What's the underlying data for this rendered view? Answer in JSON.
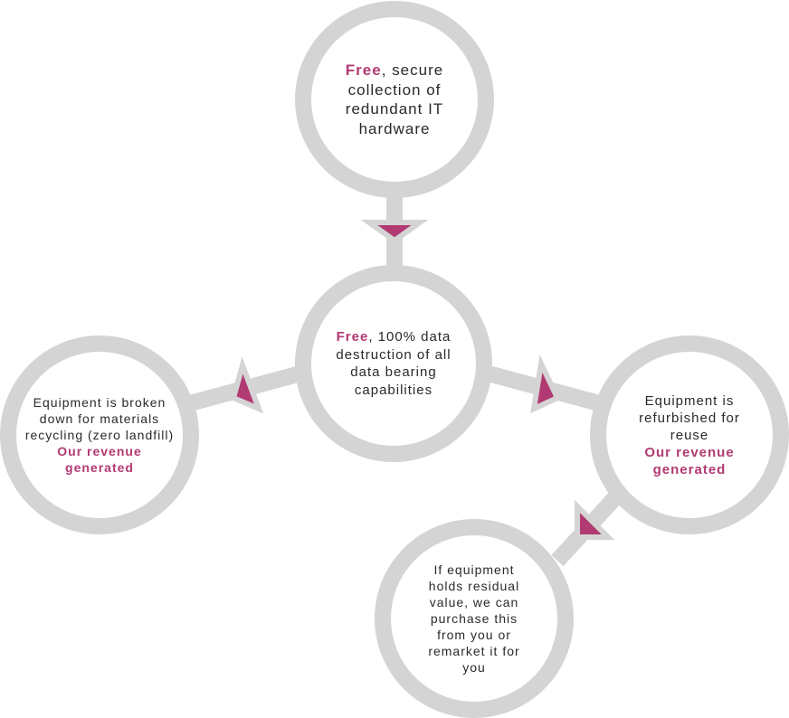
{
  "colors": {
    "ring": "#d4d4d4",
    "accent": "#b23a72",
    "text": "#2a2a2a"
  },
  "nodes": {
    "collection": {
      "highlight": "Free",
      "text": ", secure collection of redundant IT hardware"
    },
    "destruction": {
      "highlight": "Free",
      "text": ", 100% data destruction of all data bearing capabilities"
    },
    "recycling": {
      "text": "Equipment is broken down for materials recycling (zero landfill)",
      "highlight": "Our revenue generated"
    },
    "refurbish": {
      "text": "Equipment is refurbished for reuse",
      "highlight": "Our revenue generated"
    },
    "purchase": {
      "text": "If equipment holds residual value, we can purchase this from you or remarket it for you"
    }
  },
  "arrows": [
    {
      "from": "collection",
      "to": "destruction",
      "icon": "triangle-down-arrow-icon"
    },
    {
      "from": "destruction",
      "to": "recycling",
      "icon": "triangle-left-arrow-icon"
    },
    {
      "from": "destruction",
      "to": "refurbish",
      "icon": "triangle-right-arrow-icon"
    },
    {
      "from": "refurbish",
      "to": "purchase",
      "icon": "triangle-down-left-arrow-icon"
    }
  ]
}
